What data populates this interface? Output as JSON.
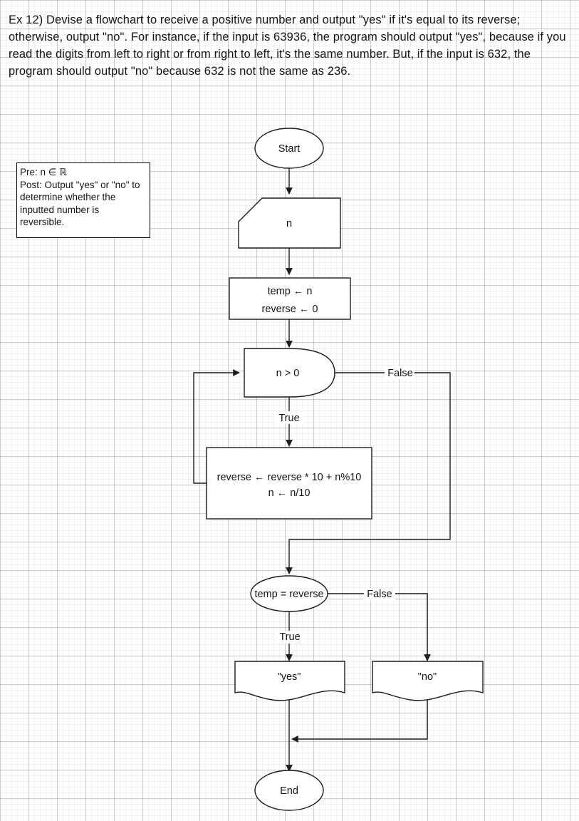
{
  "prompt": {
    "text": "Ex 12) Devise a flowchart to receive a positive number and output \"yes\" if it's equal to its reverse; otherwise, output \"no\". For instance, if the input is 63936, the program should output \"yes\", because if you read the digits from left to right or from right to left, it's the same number. But, if the input is 632, the program should output \"no\" because 632 is not the same as 236."
  },
  "contract": {
    "line1": "Pre: n ∈ ℝ",
    "line2": "Post: Output \"yes\" or \"no\" to",
    "line3": "determine whether the",
    "line4": "inputted number is",
    "line5": "reversible."
  },
  "flow": {
    "start": "Start",
    "input_n": "n",
    "init_line1": "temp ← n",
    "init_line2": "reverse ← 0",
    "loop_condition": "n > 0",
    "loop_body_line1": "reverse ← reverse * 10 + n%10",
    "loop_body_line2": "n ← n/10",
    "compare_condition": "temp = reverse",
    "output_yes": "\"yes\"",
    "output_no": "\"no\"",
    "end": "End",
    "label_true_loop": "True",
    "label_false_loop": "False",
    "label_true_compare": "True",
    "label_false_compare": "False"
  },
  "style": {
    "stroke": "#1c1c1c",
    "fill": "#ffffff",
    "text": "#141414",
    "grid_minor": "#aaaab4",
    "grid_major": "#9696a0"
  }
}
